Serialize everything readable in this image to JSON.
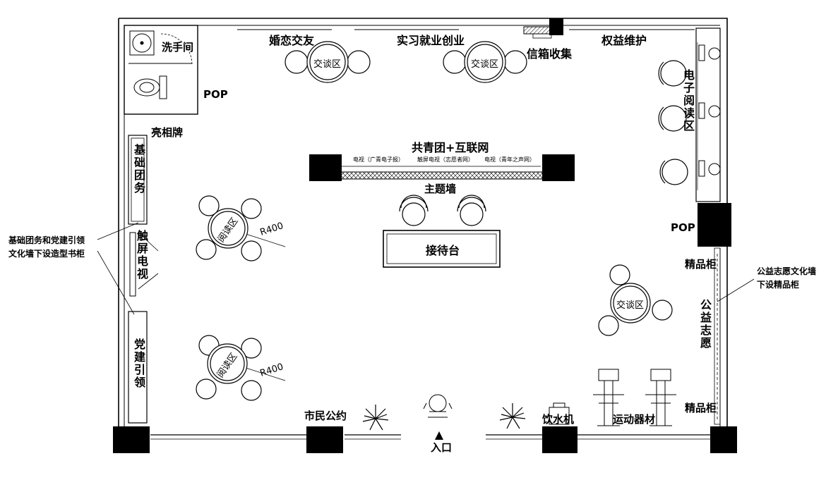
{
  "labels": {
    "washroom": "洗手间",
    "pop1": "POP",
    "pop2": "POP",
    "light_board": "亮相牌",
    "dating": "婚恋交友",
    "employment": "实习就业创业",
    "mail": "信箱收集",
    "rights": "权益维护",
    "ereading": "电子阅读区",
    "theme_title": "共青团+互联网",
    "theme_wall": "主题墙",
    "tv1": "电视（广青电子报）",
    "tv2": "触屏电视（志愿者网）",
    "tv3": "电视（青年之声网）",
    "reception": "接待台",
    "basic": "基础团务",
    "touch_tv": "触屏电视",
    "party": "党建引领",
    "boutique1": "精品柜",
    "boutique2": "精品柜",
    "charity": "公益志愿",
    "citizen": "市民公约",
    "entrance": "入口",
    "water": "饮水机",
    "sports": "运动器材",
    "talk1": "交谈区",
    "talk2": "交谈区",
    "talk3": "交谈区",
    "read1": "阅读区",
    "read2": "阅读区",
    "r1": "R400",
    "r2": "R400"
  },
  "notes": {
    "left_line1": "基础团务和党建引领",
    "left_line2": "文化墙下设造型书柜",
    "right_line1": "公益志愿文化墙",
    "right_line2": "下设精品柜"
  },
  "icons": [
    "toilet-icon",
    "sink-icon",
    "plant-icon",
    "water-dispenser-icon",
    "fitness-machine-icon",
    "entrance-arrow-icon"
  ]
}
